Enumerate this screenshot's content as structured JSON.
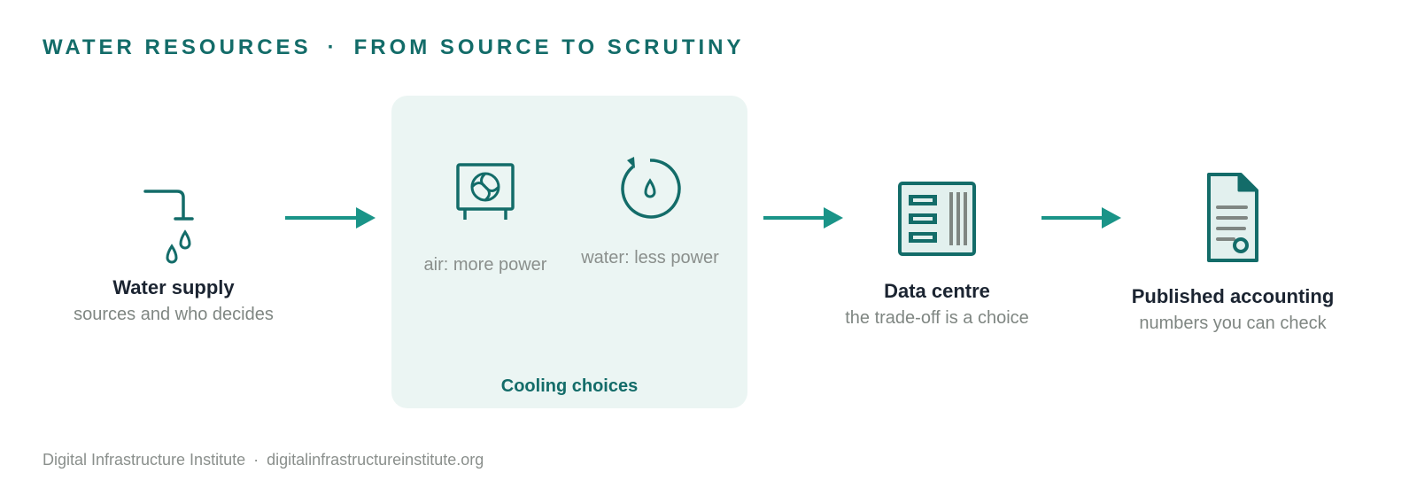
{
  "header": {
    "left": "WATER RESOURCES",
    "separator": "·",
    "right": "FROM SOURCE TO SCRUTINY"
  },
  "nodes": {
    "water_supply": {
      "title": "Water supply",
      "subtitle": "sources and who decides",
      "icon": "tap-icon"
    },
    "data_centre": {
      "title": "Data centre",
      "subtitle": "the trade-off is a choice",
      "icon": "server-rack-icon"
    },
    "accounting": {
      "title": "Published accounting",
      "subtitle": "numbers you can check",
      "icon": "document-seal-icon"
    }
  },
  "cooling": {
    "label": "Cooling choices",
    "options": [
      {
        "label": "air: more power",
        "icon": "air-cooler-fan-icon"
      },
      {
        "label": "water: less power",
        "icon": "water-cycle-icon"
      }
    ]
  },
  "footer": {
    "org": "Digital Infrastructure Institute",
    "separator": "·",
    "url": "digitalinfrastructureinstitute.org"
  },
  "colors": {
    "accent": "#136c69",
    "arrow": "#1a9488",
    "panel": "#ebf5f3",
    "title": "#1b2431",
    "muted": "#7f8682"
  }
}
